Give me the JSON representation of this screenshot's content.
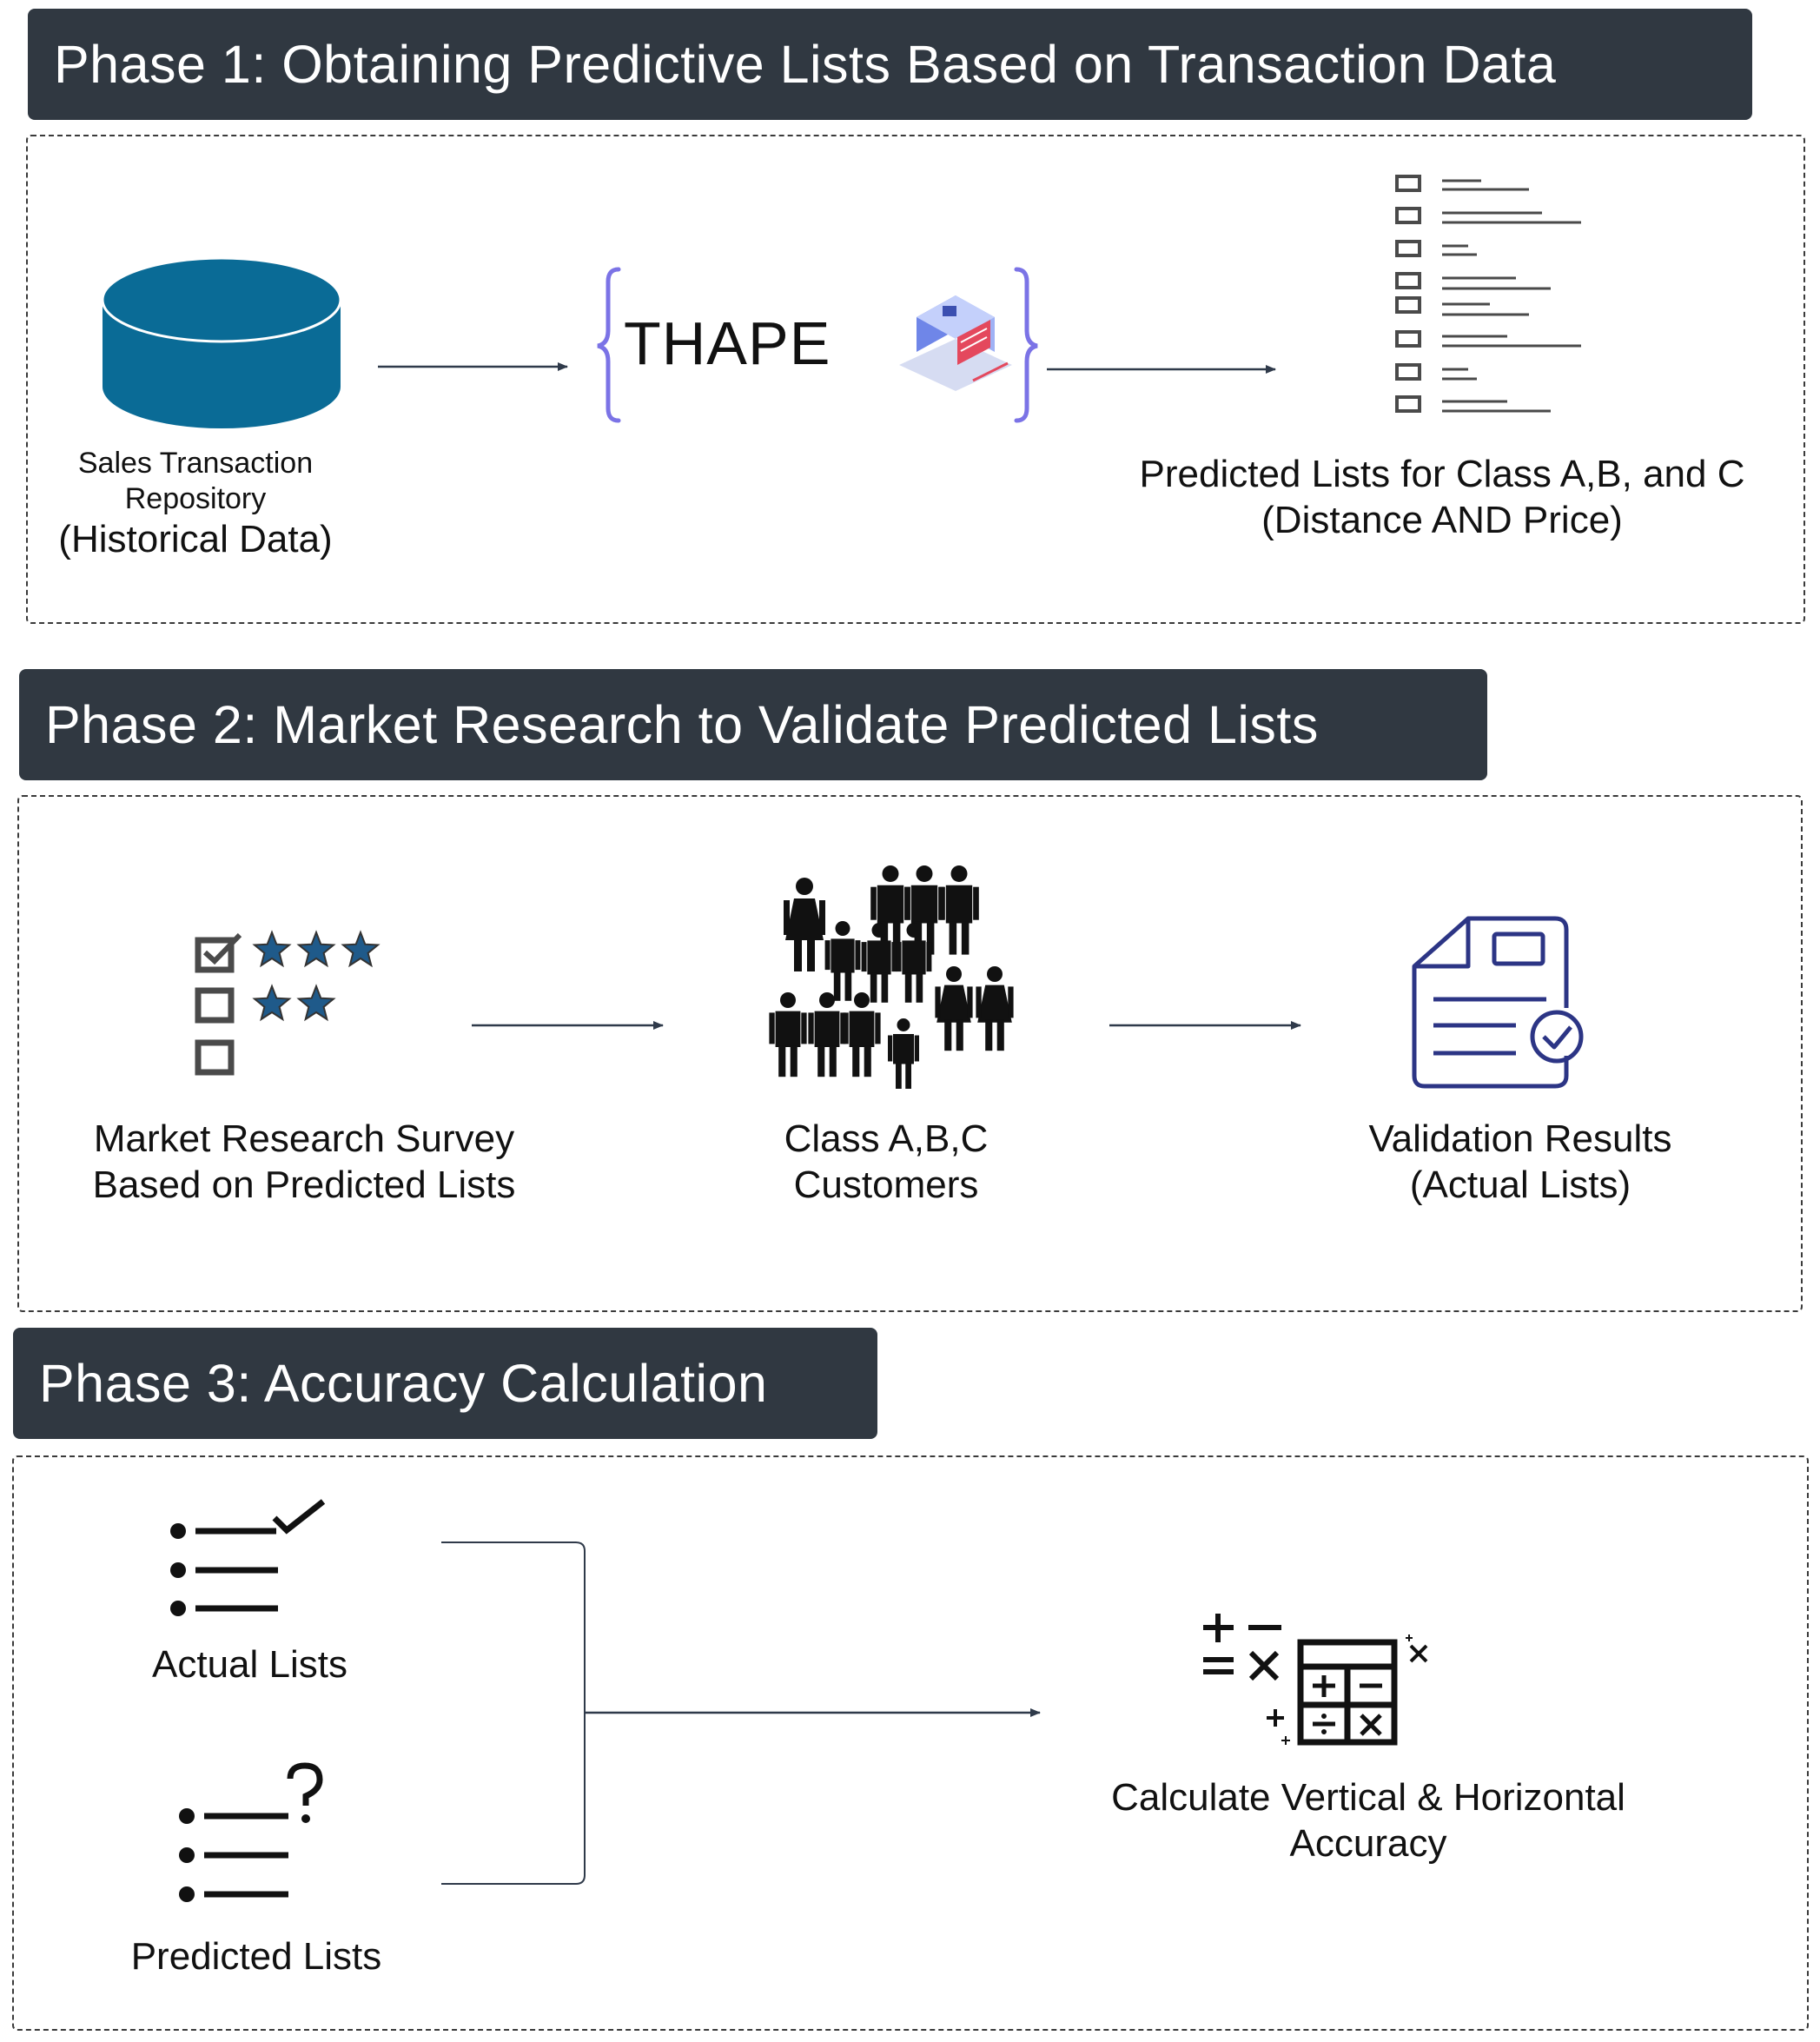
{
  "phase1": {
    "header": "Phase 1: Obtaining Predictive Lists Based on Transaction Data",
    "repository_line1": "Sales Transaction",
    "repository_line2": "Repository",
    "repository_line3": "(Historical Data)",
    "process_label": "THAPE",
    "output_line1": "Predicted Lists for Class A,B, and C",
    "output_line2": "(Distance AND Price)"
  },
  "phase2": {
    "header": "Phase 2: Market Research to Validate Predicted Lists",
    "survey_line1": "Market Research Survey",
    "survey_line2": "Based on Predicted Lists",
    "customers_line1": "Class A,B,C",
    "customers_line2": "Customers",
    "results_line1": "Validation Results",
    "results_line2": "(Actual Lists)"
  },
  "phase3": {
    "header": "Phase 3: Accuracy Calculation",
    "actual_label": "Actual Lists",
    "predicted_label": "Predicted Lists",
    "calc_line1": "Calculate Vertical & Horizontal",
    "calc_line2": "Accuracy"
  },
  "colors": {
    "header_bg": "#303841",
    "database": "#0a6b96",
    "bracket": "#7b73e6",
    "document": "#2c3585",
    "star": "#1f5a8a",
    "checkbox": "#4a4a4a",
    "arrow": "#2f3a4a"
  },
  "icons": {
    "database": "database-icon",
    "server": "server-icon",
    "list": "list-icon",
    "survey": "survey-checklist-icon",
    "people": "people-crowd-icon",
    "document": "document-check-icon",
    "actual_list": "checked-list-icon",
    "predicted_list": "question-list-icon",
    "calculator": "calculator-icon"
  }
}
